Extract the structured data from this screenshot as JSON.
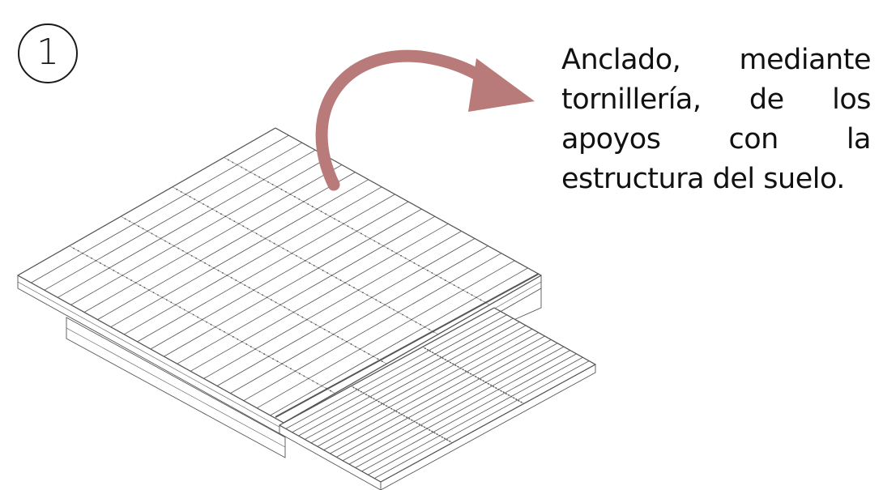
{
  "step": {
    "number": "1"
  },
  "instruction": {
    "text": "Anclado, mediante tornillería, de los apoyos con la estructura del suelo."
  },
  "arrow": {
    "color": "#b97a7a"
  },
  "drawing": {
    "line_color": "#555555",
    "fill_color": "#ffffff",
    "panel_count_main": 20,
    "panel_count_secondary": 16
  }
}
